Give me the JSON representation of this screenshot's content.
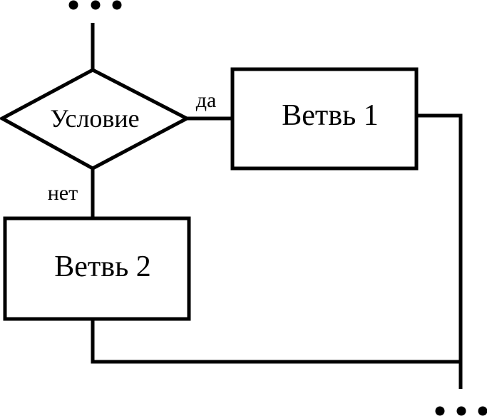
{
  "diagram": {
    "ellipsis_top": "• • •",
    "ellipsis_bottom": "• • •",
    "condition": "Условие",
    "yes_label": "да",
    "no_label": "нет",
    "branch1": "Ветвь 1",
    "branch2": "Ветвь 2"
  }
}
